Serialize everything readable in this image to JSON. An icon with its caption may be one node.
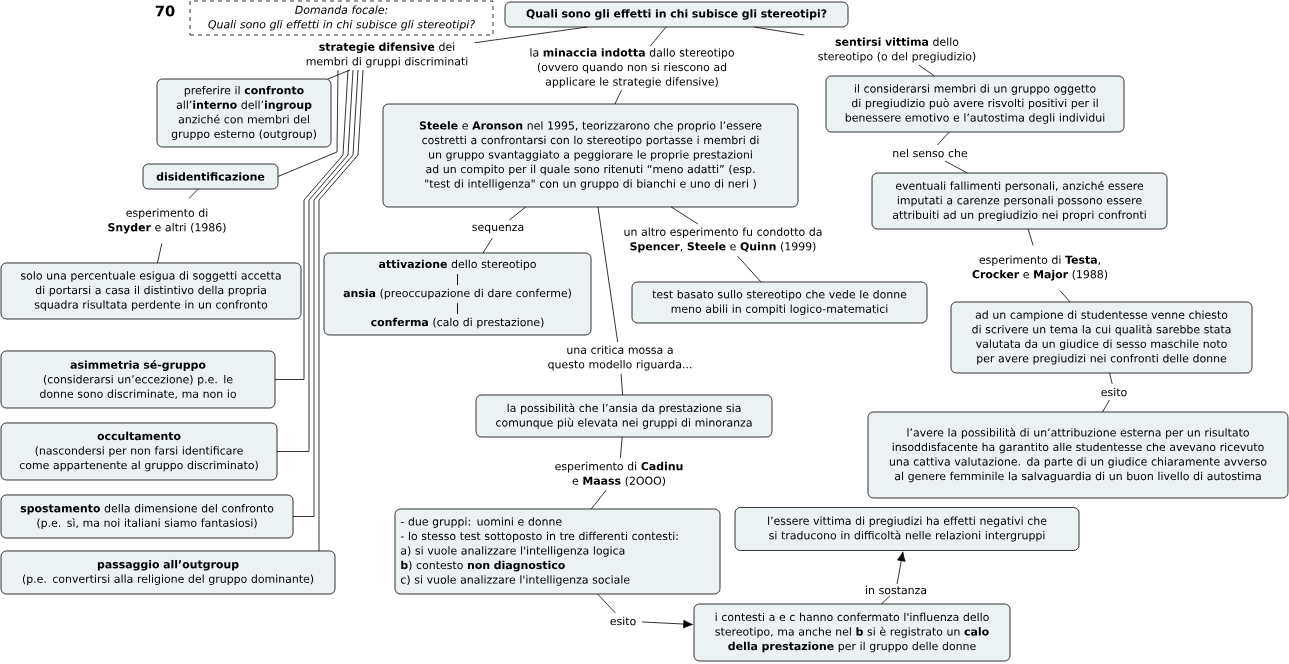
{
  "diagram": {
    "nodes": [
      {
        "text": [
          "Quali sono gli effetti in chi subisce gli stereotipi?"
        ]
      },
      {
        "text": [
          "Domanda focale:",
          "Quali sono gli effetti in chi subisce gli stereotipi?"
        ]
      },
      {
        "text": [
          "**strategie difensive** dei membri di gruppi discriminati"
        ]
      },
      {
        "text": [
          "la **minaccia indotta** dallo stereotipo (ovvero quando non si riescono ad applicare le strategie difensive)"
        ]
      },
      {
        "text": [
          "**sentirsi vittima** dello stereotipo (o del pregiudizio)"
        ]
      },
      {
        "text": [
          "preferire il **confronto** all’**interno** dell’**ingroup** anziché con membri del gruppo esterno (outgroup)"
        ]
      },
      {
        "text": [
          "disidentificazione"
        ]
      },
      {
        "text": [
          "esperimento di **Snyder** e altri (1986)"
        ]
      },
      {
        "text": [
          "solo una percentuale esigua di soggetti accetta di portarsi a casa il distintivo della propria squadra risultata perdente in un confronto"
        ]
      },
      {
        "text": [
          "asimmetria sé-gruppo",
          "(considerarsi un’eccezione) p.e. le donne sono discriminate, ma non io"
        ]
      },
      {
        "text": [
          "occultamento",
          "(nascondersi per non farsi identificare come appartenente al gruppo discriminato)"
        ]
      },
      {
        "text": [
          "**spostamento** della dimensione del confronto (p.e. sì, ma noi italiani siamo fantasiosi)"
        ]
      },
      {
        "text": [
          "passaggio all’outgroup",
          "(p.e. convertirsi alla religione del gruppo dominante)"
        ]
      },
      {
        "text": [
          "**Steele** e **Aronson** nel 1995, teorizzarono che proprio l’essere costretti a confrontarsi con lo stereotipo portasse i membri di un gruppo svantaggiato a peggiorare le proprie prestazioni ad un compito per il quale sono ritenuti “meno adatti” (esp. \"test di intelligenza\" con un gruppo di bianchi e uno di neri )"
        ]
      },
      {
        "text": [
          "sequenza"
        ]
      },
      {
        "text": [
          "**attivazione** dello stereotipo",
          "|",
          "**ansia** (preoccupazione di dare conferme)",
          "|",
          "**conferma** (calo di prestazione)"
        ]
      },
      {
        "text": [
          "un altro esperimento fu condotto da **Spencer**, **Steele** e **Quinn** (1999)"
        ]
      },
      {
        "text": [
          "test basato sullo stereotipo che vede le donne meno abili in compiti logico-matematici"
        ]
      },
      {
        "text": [
          "una critica mossa a questo modello riguarda..."
        ]
      },
      {
        "text": [
          "la possibilità che l’ansia da prestazione sia comunque più elevata nei gruppi di minoranza"
        ]
      },
      {
        "text": [
          "esperimento di **Cadinu** e **Maass** (2OOO)"
        ]
      },
      {
        "text": [
          "- due gruppi: uomini e donne",
          "- lo stesso test sottoposto in tre differenti contesti:",
          "a) si vuole analizzare l'intelligenza logica",
          "**b**) contesto **non diagnostico**",
          "c) si vuole analizzare l'intelligenza sociale"
        ]
      },
      {
        "text": [
          "esito"
        ]
      },
      {
        "text": [
          "i contesti a e c hanno confermato l'influenza dello stereotipo, ma anche nel **b** si è registrato un **calo della prestazione** per il gruppo delle donne"
        ]
      },
      {
        "text": [
          "in sostanza"
        ]
      },
      {
        "text": [
          "l’essere vittima di pregiudizi ha effetti negativi che si traducono in difficoltà nelle relazioni intergruppi"
        ]
      },
      {
        "text": [
          "il considerarsi membri di un gruppo oggetto di pregiudizio può avere risvolti positivi per il benessere emotivo e l’autostima degli individui"
        ]
      },
      {
        "text": [
          "nel senso che"
        ]
      },
      {
        "text": [
          "eventuali fallimenti personali, anziché essere imputati a carenze personali possono essere attribuiti ad un pregiudizio nei propri confronti"
        ]
      },
      {
        "text": [
          "esperimento di **Testa**, **Crocker** e **Major** (1988)"
        ]
      },
      {
        "text": [
          "ad un campione di studentesse venne chiesto di scrivere un tema la cui qualità sarebbe stata valutata da un giudice di sesso maschile noto per avere pregiudizi nei confronti delle donne"
        ]
      },
      {
        "text": [
          "esito"
        ]
      },
      {
        "text": [
          "l’avere la possibilità di un’attribuzione esterna per un risultato insoddisfacente ha garantito alle studentesse che avevano ricevuto una cattiva valutazione. da parte di un giudice chiaramente avverso al genere femminile la salvaguardia di un buon livello di autostima"
        ]
      }
    ],
    "edges": [
      {
        "from": 0,
        "to": 2,
        "arrow": "none"
      },
      {
        "from": 0,
        "to": 3,
        "arrow": "none"
      },
      {
        "from": 0,
        "to": 4,
        "arrow": "none"
      },
      {
        "from": 2,
        "to": 5,
        "arrow": "none"
      },
      {
        "from": 2,
        "to": 6,
        "arrow": "none"
      },
      {
        "from": 2,
        "to": 9,
        "arrow": "none"
      },
      {
        "from": 2,
        "to": 10,
        "arrow": "none"
      },
      {
        "from": 2,
        "to": 11,
        "arrow": "none"
      },
      {
        "from": 2,
        "to": 12,
        "arrow": "none"
      },
      {
        "from": 6,
        "to": 7,
        "arrow": "none"
      },
      {
        "from": 7,
        "to": 8,
        "arrow": "none"
      },
      {
        "from": 3,
        "to": 13,
        "arrow": "none"
      },
      {
        "from": 13,
        "to": 14,
        "arrow": "none"
      },
      {
        "from": 14,
        "to": 15,
        "arrow": "none"
      },
      {
        "from": 13,
        "to": 16,
        "arrow": "none"
      },
      {
        "from": 16,
        "to": 17,
        "arrow": "none"
      },
      {
        "from": 13,
        "to": 18,
        "arrow": "none"
      },
      {
        "from": 18,
        "to": 19,
        "arrow": "none"
      },
      {
        "from": 19,
        "to": 20,
        "arrow": "none"
      },
      {
        "from": 20,
        "to": 21,
        "arrow": "none"
      },
      {
        "from": 21,
        "to": 22,
        "arrow": "none"
      },
      {
        "from": 22,
        "to": 23,
        "arrow": "to"
      },
      {
        "from": 23,
        "to": 24,
        "arrow": "none"
      },
      {
        "from": 24,
        "to": 25,
        "arrow": "to"
      },
      {
        "from": 4,
        "to": 26,
        "arrow": "none"
      },
      {
        "from": 26,
        "to": 27,
        "arrow": "none"
      },
      {
        "from": 27,
        "to": 28,
        "arrow": "none"
      },
      {
        "from": 28,
        "to": 29,
        "arrow": "none"
      },
      {
        "from": 29,
        "to": 30,
        "arrow": "none"
      },
      {
        "from": 30,
        "to": 31,
        "arrow": "none"
      },
      {
        "from": 31,
        "to": 32,
        "arrow": "none"
      }
    ],
    "labels": [
      "70"
    ]
  }
}
